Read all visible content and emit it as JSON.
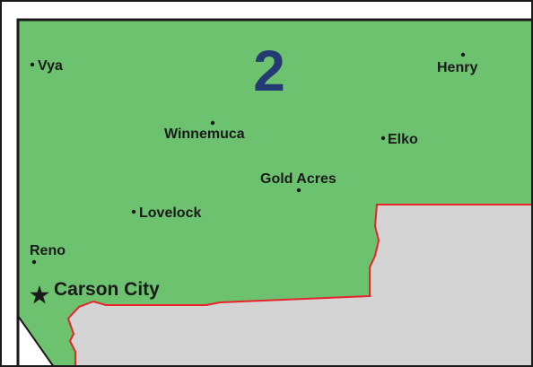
{
  "map": {
    "region_number": "2",
    "colors": {
      "region_fill": "#6cc26f",
      "outside_fill": "#d4d4d4",
      "border": "#1a1a1a",
      "region_boundary": "#e8232a",
      "region_number_color": "#243a73"
    },
    "places": [
      {
        "name": "Vya"
      },
      {
        "name": "Henry"
      },
      {
        "name": "Winnemuca"
      },
      {
        "name": "Elko"
      },
      {
        "name": "Gold Acres"
      },
      {
        "name": "Lovelock"
      },
      {
        "name": "Reno"
      },
      {
        "name": "Carson City",
        "capital": true
      }
    ]
  }
}
